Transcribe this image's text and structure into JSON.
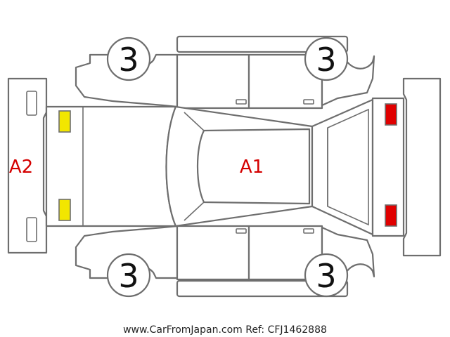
{
  "areas": {
    "front_bumper": "A2",
    "body": "A1"
  },
  "wheels": {
    "front_left": "3",
    "rear_left": "3",
    "front_right": "3",
    "rear_right": "3"
  },
  "footer": "www.CarFromJapan.com Ref: CFJ1462888",
  "colors": {
    "outline": "#6e6e6e",
    "damage_label": "#d40000",
    "front_lights": "#f2e600",
    "rear_lights": "#e00000"
  }
}
